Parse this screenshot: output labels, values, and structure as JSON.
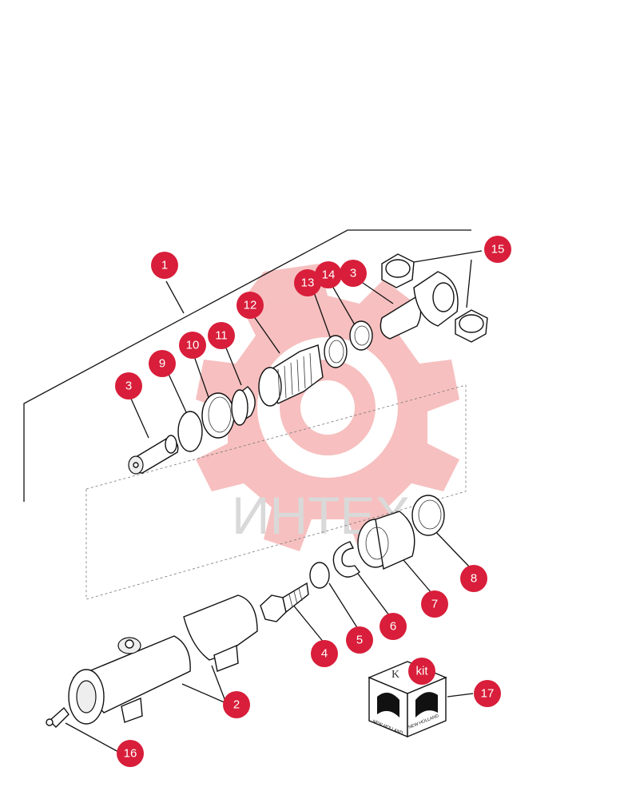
{
  "watermark": {
    "text": "ИНТЕХ",
    "gear_color": "#f6b5b5",
    "text_color": "#d9d9d9"
  },
  "callout_color": "#d81e3a",
  "callouts": [
    "1",
    "2",
    "3",
    "3",
    "4",
    "5",
    "6",
    "7",
    "8",
    "9",
    "10",
    "11",
    "12",
    "13",
    "14",
    "15",
    "16",
    "17"
  ],
  "kit_box": {
    "label": "kit",
    "letter": "K",
    "brand": "NEW HOLLAND"
  }
}
